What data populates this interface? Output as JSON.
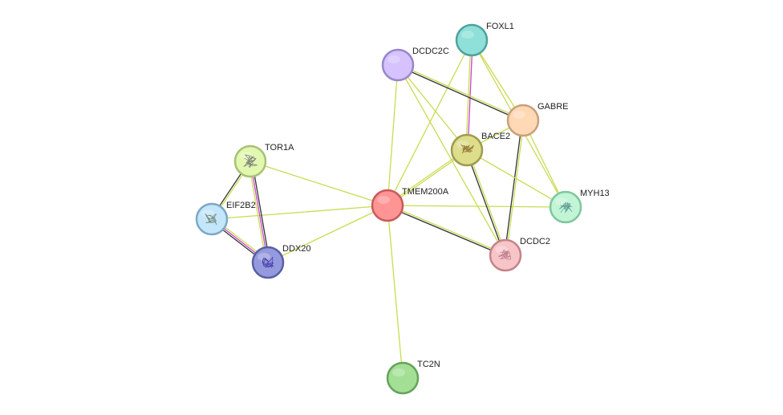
{
  "nodes": [
    {
      "id": "TMEM200A",
      "label": "TMEM200A",
      "fill": "#ff9494",
      "stroke": "#c85a5a",
      "glyph": false
    },
    {
      "id": "FOXL1",
      "label": "FOXL1",
      "fill": "#8ee0d8",
      "stroke": "#4fa39b",
      "glyph": false
    },
    {
      "id": "DCDC2C",
      "label": "DCDC2C",
      "fill": "#d5c2ff",
      "stroke": "#9a86c9",
      "glyph": false
    },
    {
      "id": "GABRE",
      "label": "GABRE",
      "fill": "#ffd8b5",
      "stroke": "#c9a07b",
      "glyph": false
    },
    {
      "id": "BACE2",
      "label": "BACE2",
      "fill": "#dedd8c",
      "stroke": "#9d9c4e",
      "glyph": true,
      "glyph_color": "#8a6a2a"
    },
    {
      "id": "MYH13",
      "label": "MYH13",
      "fill": "#c2f5d6",
      "stroke": "#7fc79c",
      "glyph": true,
      "glyph_color": "#4a8a8a"
    },
    {
      "id": "DCDC2",
      "label": "DCDC2",
      "fill": "#f7c4c8",
      "stroke": "#c38489",
      "glyph": true,
      "glyph_color": "#b07080"
    },
    {
      "id": "TOR1A",
      "label": "TOR1A",
      "fill": "#e2f7b0",
      "stroke": "#a6c274",
      "glyph": true,
      "glyph_color": "#6a6a6a"
    },
    {
      "id": "EIF2B2",
      "label": "EIF2B2",
      "fill": "#c3e6fa",
      "stroke": "#7ea8c4",
      "glyph": true,
      "glyph_color": "#6a7a6a"
    },
    {
      "id": "DDX20",
      "label": "DDX20",
      "fill": "#949add",
      "stroke": "#5a60a4",
      "glyph": true,
      "glyph_color": "#3a2aa0"
    },
    {
      "id": "TC2N",
      "label": "TC2N",
      "fill": "#a3e095",
      "stroke": "#66a35a",
      "glyph": false
    }
  ],
  "edges": [
    {
      "source": "TMEM200A",
      "target": "TOR1A",
      "colors": [
        "#c8dc52"
      ]
    },
    {
      "source": "TMEM200A",
      "target": "EIF2B2",
      "colors": [
        "#c8dc52"
      ]
    },
    {
      "source": "TMEM200A",
      "target": "DDX20",
      "colors": [
        "#c8dc52"
      ]
    },
    {
      "source": "TMEM200A",
      "target": "TC2N",
      "colors": [
        "#c8dc52"
      ]
    },
    {
      "source": "TMEM200A",
      "target": "DCDC2C",
      "colors": [
        "#c8dc52"
      ]
    },
    {
      "source": "TMEM200A",
      "target": "FOXL1",
      "colors": [
        "#c8dc52"
      ]
    },
    {
      "source": "TMEM200A",
      "target": "BACE2",
      "colors": [
        "#c8dc52",
        "#c8dc52"
      ]
    },
    {
      "source": "TMEM200A",
      "target": "MYH13",
      "colors": [
        "#c8dc52"
      ]
    },
    {
      "source": "TMEM200A",
      "target": "DCDC2",
      "colors": [
        "#c8dc52",
        "#333333"
      ]
    },
    {
      "source": "FOXL1",
      "target": "BACE2",
      "colors": [
        "#cc44cc",
        "#c8dc52"
      ]
    },
    {
      "source": "FOXL1",
      "target": "GABRE",
      "colors": [
        "#c8dc52"
      ]
    },
    {
      "source": "FOXL1",
      "target": "MYH13",
      "colors": [
        "#c8dc52"
      ]
    },
    {
      "source": "DCDC2C",
      "target": "GABRE",
      "colors": [
        "#c8dc52",
        "#333333"
      ]
    },
    {
      "source": "DCDC2C",
      "target": "BACE2",
      "colors": [
        "#c8dc52"
      ]
    },
    {
      "source": "DCDC2C",
      "target": "DCDC2",
      "colors": [
        "#c8dc52"
      ]
    },
    {
      "source": "GABRE",
      "target": "BACE2",
      "colors": [
        "#c8dc52"
      ]
    },
    {
      "source": "GABRE",
      "target": "DCDC2",
      "colors": [
        "#c8dc52",
        "#333333"
      ]
    },
    {
      "source": "GABRE",
      "target": "MYH13",
      "colors": [
        "#c8dc52"
      ]
    },
    {
      "source": "BACE2",
      "target": "DCDC2",
      "colors": [
        "#c8dc52",
        "#333333"
      ]
    },
    {
      "source": "BACE2",
      "target": "MYH13",
      "colors": [
        "#c8dc52"
      ]
    },
    {
      "source": "TOR1A",
      "target": "EIF2B2",
      "colors": [
        "#c8dc52",
        "#333333"
      ]
    },
    {
      "source": "TOR1A",
      "target": "DDX20",
      "colors": [
        "#333333",
        "#cc44cc",
        "#c8dc52"
      ]
    },
    {
      "source": "EIF2B2",
      "target": "DDX20",
      "colors": [
        "#c8dc52",
        "#cc44cc",
        "#333333"
      ]
    }
  ]
}
